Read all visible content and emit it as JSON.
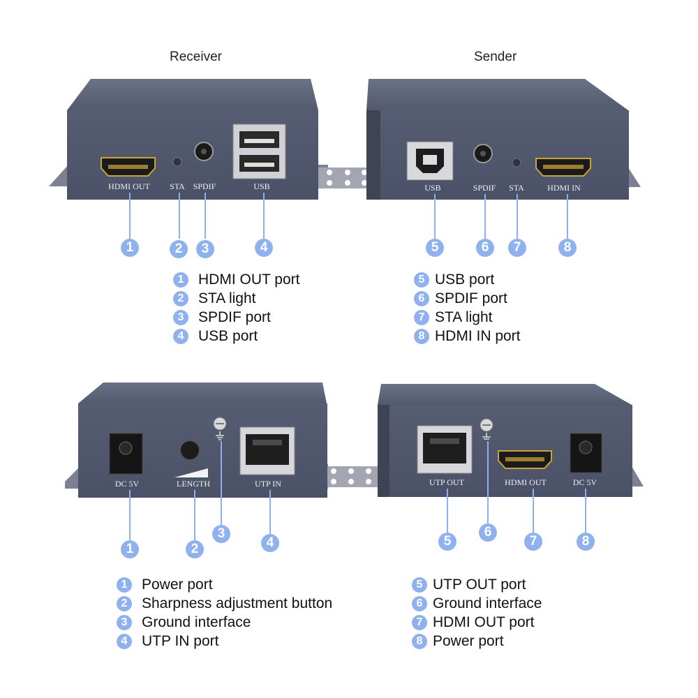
{
  "titles": {
    "receiver": "Receiver",
    "sender": "Sender"
  },
  "top_receiver": {
    "ports": [
      "HDMI OUT",
      "STA",
      "SPDIF",
      "USB"
    ],
    "callouts": [
      "1",
      "2",
      "3",
      "4"
    ],
    "legend": [
      {
        "num": "1",
        "text": "HDMI OUT port"
      },
      {
        "num": "2",
        "text": "STA light"
      },
      {
        "num": "3",
        "text": "SPDIF port"
      },
      {
        "num": "4",
        "text": "USB port"
      }
    ]
  },
  "top_sender": {
    "ports": [
      "USB",
      "SPDIF",
      "STA",
      "HDMI  IN"
    ],
    "callouts": [
      "5",
      "6",
      "7",
      "8"
    ],
    "legend": [
      {
        "num": "5",
        "text": "USB port"
      },
      {
        "num": "6",
        "text": "SPDIF port"
      },
      {
        "num": "7",
        "text": "STA light"
      },
      {
        "num": "8",
        "text": "HDMI IN port"
      }
    ]
  },
  "bottom_receiver": {
    "ports": [
      "DC 5V",
      "LENGTH",
      "UTP  IN"
    ],
    "callouts": [
      "1",
      "2",
      "3",
      "4"
    ],
    "legend": [
      {
        "num": "1",
        "text": "Power port"
      },
      {
        "num": "2",
        "text": "Sharpness adjustment button"
      },
      {
        "num": "3",
        "text": "Ground interface"
      },
      {
        "num": "4",
        "text": "UTP IN port"
      }
    ]
  },
  "bottom_sender": {
    "ports": [
      "UTP  OUT",
      "HDMI  OUT",
      "DC 5V"
    ],
    "callouts": [
      "5",
      "6",
      "7",
      "8"
    ],
    "legend": [
      {
        "num": "5",
        "text": "UTP OUT port"
      },
      {
        "num": "6",
        "text": "Ground interface"
      },
      {
        "num": "7",
        "text": "HDMI OUT port"
      },
      {
        "num": "8",
        "text": "Power port"
      }
    ]
  }
}
